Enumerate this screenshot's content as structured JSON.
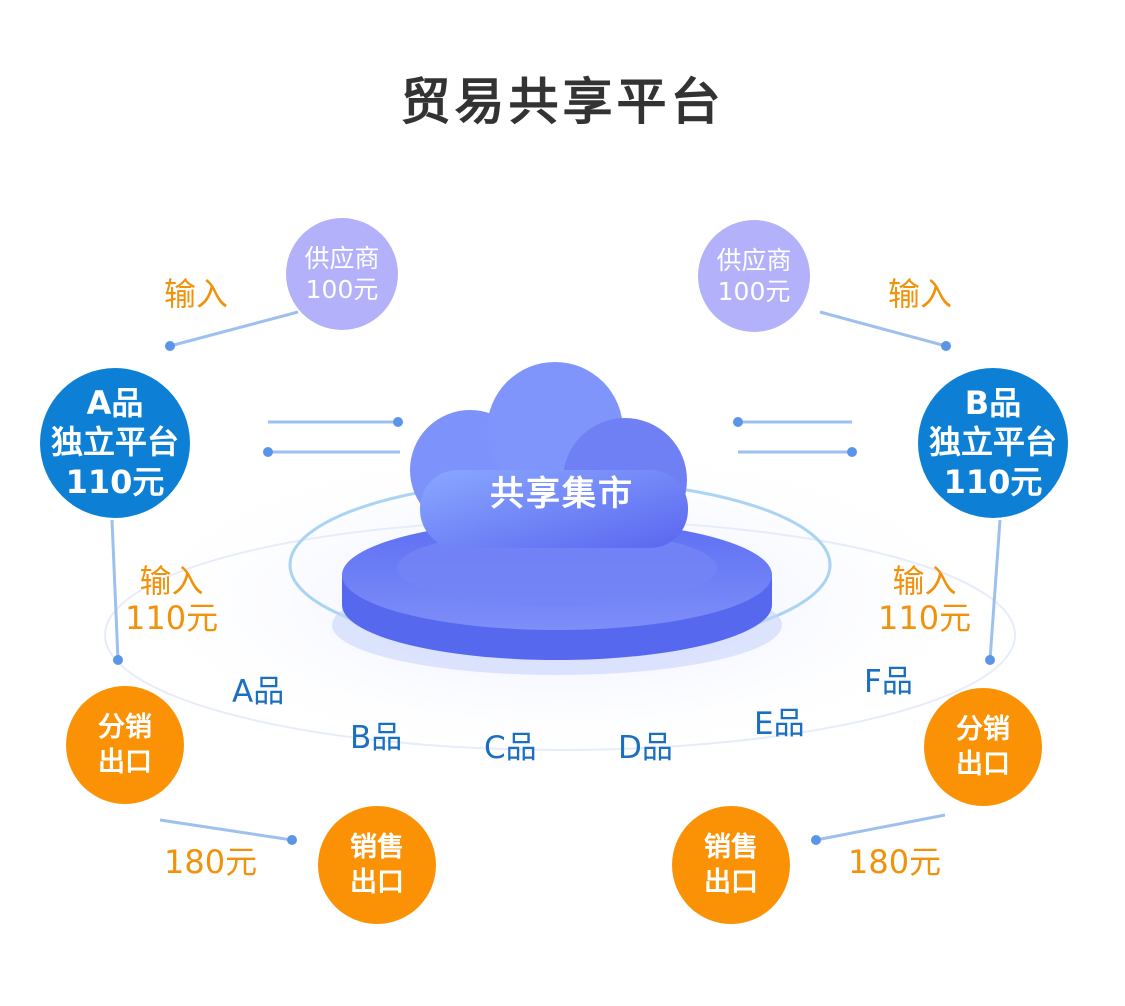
{
  "title": "贸易共享平台",
  "center": {
    "label": "共享集市"
  },
  "supplier_left": {
    "line1": "供应商",
    "line2": "100元"
  },
  "supplier_right": {
    "line1": "供应商",
    "line2": "100元"
  },
  "platform_a": {
    "line1": "A品",
    "line2": "独立平台",
    "line3": "110元"
  },
  "platform_b": {
    "line1": "B品",
    "line2": "独立平台",
    "line3": "110元"
  },
  "input_top_left": "输入",
  "input_top_right": "输入",
  "input_mid_left": {
    "line1": "输入",
    "line2": "110元"
  },
  "input_mid_right": {
    "line1": "输入",
    "line2": "110元"
  },
  "products": [
    "A品",
    "B品",
    "C品",
    "D品",
    "E品",
    "F品"
  ],
  "distribution_left": {
    "line1": "分销",
    "line2": "出口"
  },
  "distribution_right": {
    "line1": "分销",
    "line2": "出口"
  },
  "sales_left": {
    "line1": "销售",
    "line2": "出口"
  },
  "sales_right": {
    "line1": "销售",
    "line2": "出口"
  },
  "price_left": "180元",
  "price_right": "180元",
  "colors": {
    "purple": "#b4b1fb",
    "blue": "#0d80d6",
    "orange": "#fb9206",
    "label_orange": "#f0920b",
    "product_blue": "#1b6fc1"
  }
}
